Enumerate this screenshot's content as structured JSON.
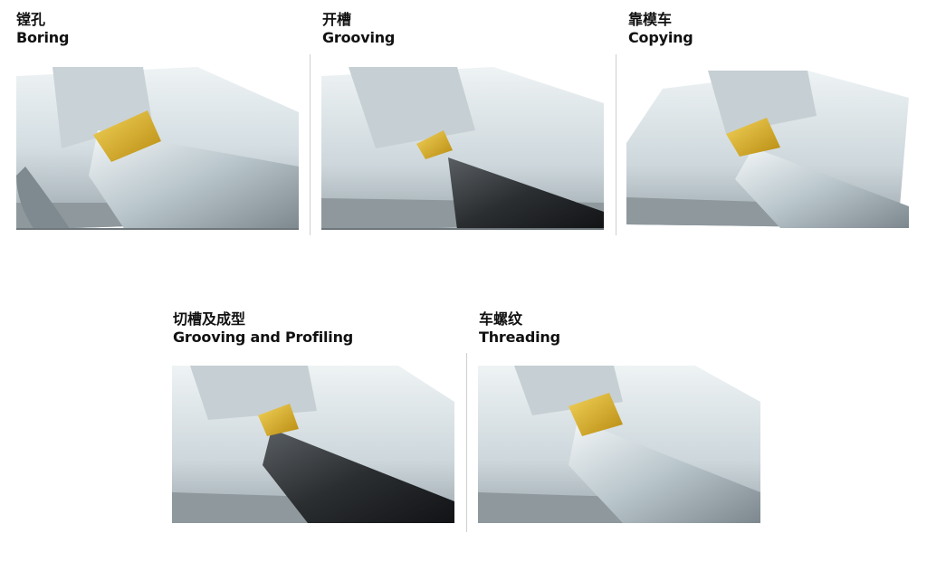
{
  "operations": [
    {
      "zh": "镗孔",
      "en": "Boring",
      "insert_color": "#d9b01e",
      "bar_color": "#c9d6dc"
    },
    {
      "zh": "开槽",
      "en": "Grooving",
      "insert_color": "#d9b01e",
      "bar_color": "#2b2e31"
    },
    {
      "zh": "靠模车",
      "en": "Copying",
      "insert_color": "#d9b01e",
      "bar_color": "#c9d6dc"
    },
    {
      "zh": "切槽及成型",
      "en": "Grooving and Profiling",
      "insert_color": "#d9b01e",
      "bar_color": "#2b2e31"
    },
    {
      "zh": "车螺纹",
      "en": "Threading",
      "insert_color": "#d9b01e",
      "bar_color": "#c9d6dc"
    }
  ]
}
